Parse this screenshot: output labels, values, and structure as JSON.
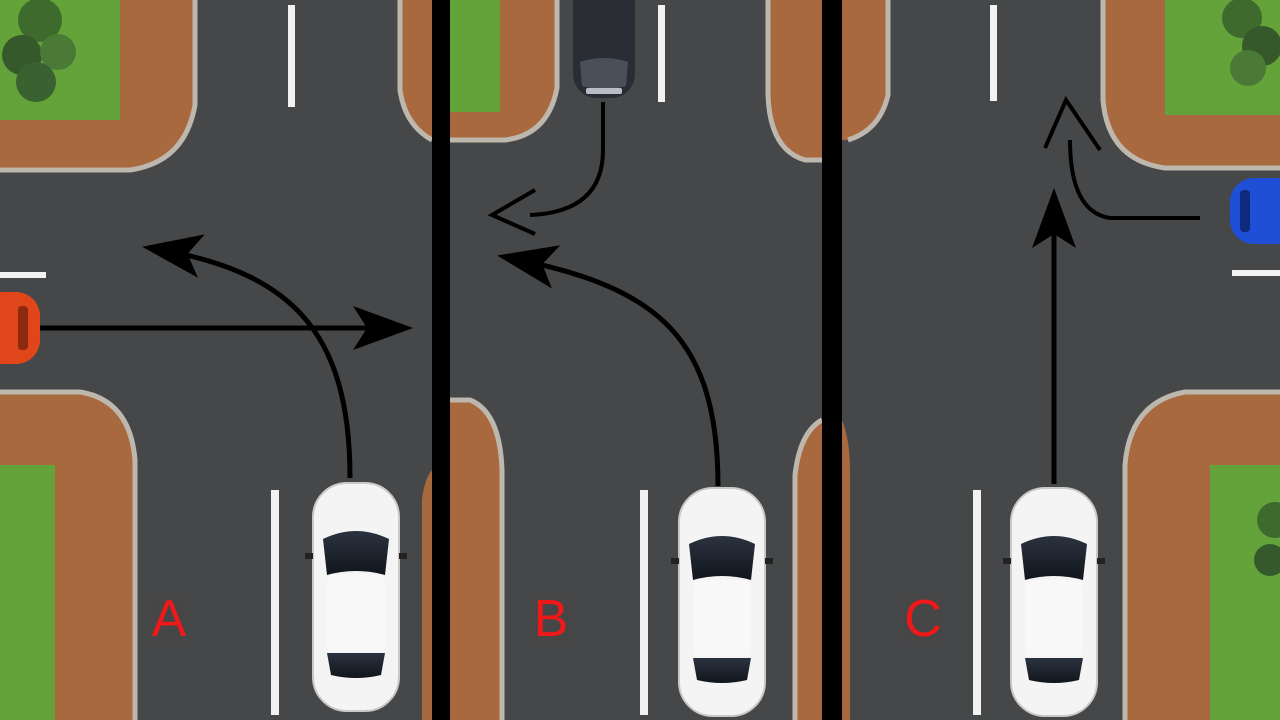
{
  "panels": [
    {
      "label": "A"
    },
    {
      "label": "B"
    },
    {
      "label": "C"
    }
  ],
  "colors": {
    "asphalt": "#464748",
    "brick": "#a8693f",
    "curb": "#bdb7ae",
    "grass": "#63a33a",
    "bush": "#3f6a2e",
    "divider": "#000000",
    "arrow": "#000000",
    "lane_marking": "#f2f2f2",
    "label_text": "#f01818",
    "label_bg": "#464646",
    "car_main": "#f4f4f4",
    "car_orange": "#e0461a",
    "car_black": "#2a2d33",
    "car_blue": "#1f4fd6"
  }
}
